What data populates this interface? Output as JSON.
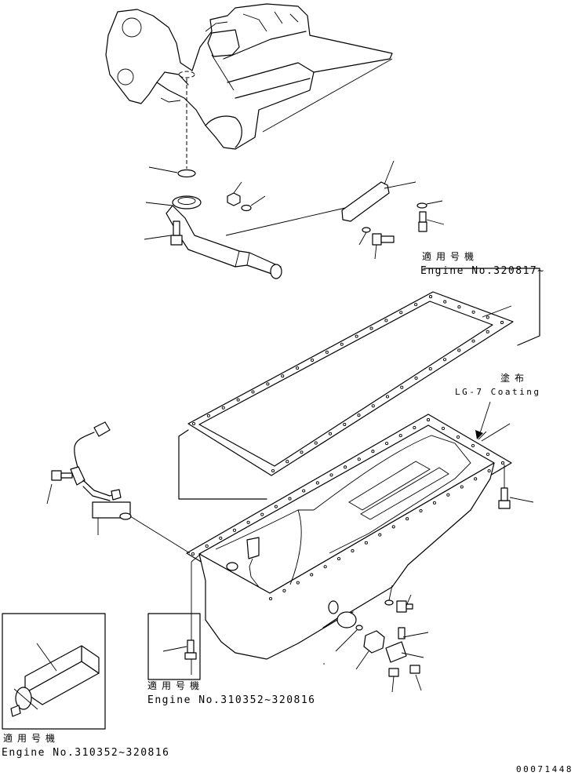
{
  "labels": {
    "applicable_jp_top": "適用号機",
    "engine_range_top": "Engine No.320817~",
    "coating_jp": "塗布",
    "coating": "LG-7 Coating",
    "applicable_jp_mid": "適用号機",
    "engine_range_mid": "Engine No.310352~320816",
    "applicable_jp_bottom": "適用号機",
    "engine_range_bottom": "Engine No.310352~320816",
    "figure_number": "00071448"
  }
}
